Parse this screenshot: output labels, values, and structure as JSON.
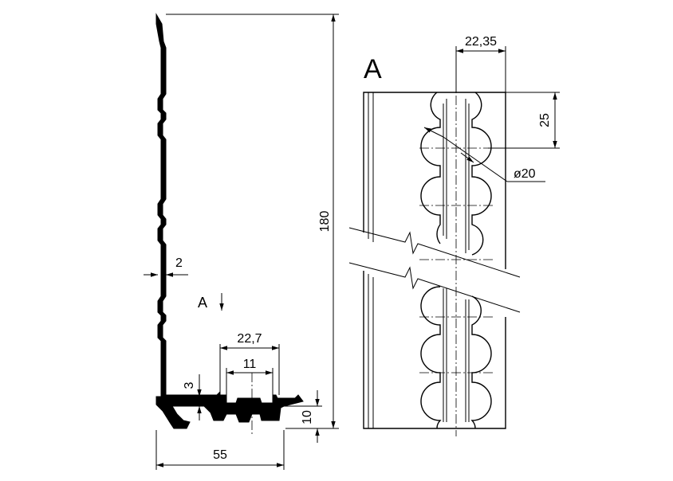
{
  "labels": {
    "view_letter": "A",
    "section_arrow_letter": "A",
    "dim_height": "180",
    "dim_wall": "2",
    "dim_slot_outer": "22,7",
    "dim_slot_inner": "11",
    "dim_lip": "3",
    "dim_channel": "10",
    "dim_base": "55",
    "dim_track_width": "22,35",
    "dim_pitch": "25",
    "dim_hole": "ø20"
  }
}
